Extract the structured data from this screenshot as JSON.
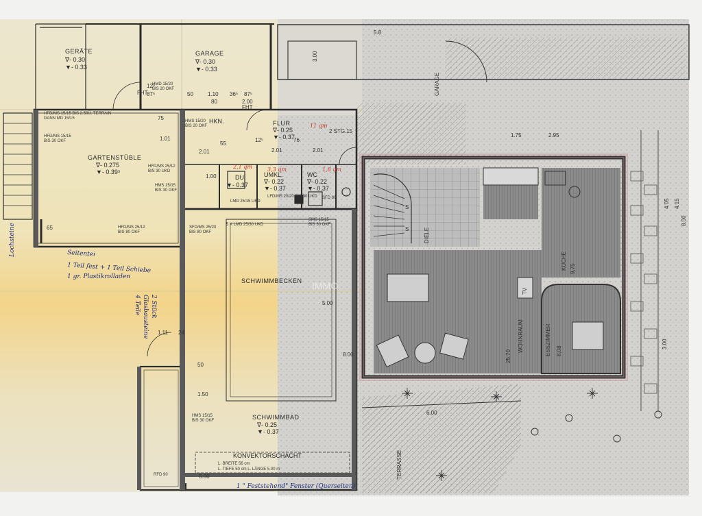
{
  "left_plan": {
    "rooms": {
      "geraete": {
        "name": "GERÄTE",
        "level1": "∇- 0.30",
        "level2": "▼- 0.33"
      },
      "garage": {
        "name": "GARAGE",
        "level1": "∇- 0.30",
        "level2": "▼- 0.33"
      },
      "gartenstueble": {
        "name": "GARTENSTÜBLE",
        "level1": "∇- 0.275",
        "level2": "▼- 0.39⁵"
      },
      "flur": {
        "name": "FLUR",
        "level1": "∇- 0.25",
        "level2": "▼- 0.37"
      },
      "du": {
        "name": "DU.",
        "level1": "▼- 0.37"
      },
      "umkl": {
        "name": "UMKL.",
        "level1": "∇- 0.22",
        "level2": "▼- 0.37"
      },
      "wc": {
        "name": "WC",
        "level1": "∇- 0.22",
        "level2": "▼- 0.37"
      },
      "schwimmbecken": {
        "name": "SCHWIMMBECKEN"
      },
      "schwimmbad": {
        "name": "SCHWIMMBAD",
        "level1": "∇- 0.25",
        "level2": "▼- 0.37"
      },
      "konvektorschacht": {
        "name": "KONVEKTORSCHACHT",
        "line1": "L. BREITE 56 cm",
        "line2": "L. TIEFE  50 cm   L. LÄNGE 5.00 m"
      }
    },
    "dimensions": {
      "d1": "50",
      "d2": "1.10",
      "d3": "36⁵",
      "d4": "87⁵",
      "d5": "80",
      "d6": "2.00",
      "d7": "FHT",
      "d8": "1.01",
      "d9": "2.01",
      "d10": "55",
      "d11": "12⁵",
      "d12": "76",
      "d13": "2.01",
      "d14": "2.01",
      "d15": "1.00",
      "d16": "5.00",
      "d17": "8.00",
      "d18": "1.11",
      "d19": "24",
      "d20": "50",
      "d21": "6.00",
      "d22": "1.50",
      "d23": "65",
      "d24": "FHT",
      "d25": "2 STG.15",
      "d26": "12⁵",
      "d27": "87⁵",
      "d28": "75"
    },
    "notes": {
      "n1": "HFD/MS 15/15 BIS 2.50Ü. TERRAIN",
      "n2": "DANN MD 15/15",
      "n3": "HFD/MS 15/15",
      "n4": "BIS 30 OKF",
      "n5": "HMD 15/20",
      "n6": "BIS 20 OKF",
      "n7": "HFD/MS 25/12",
      "n8": "BIS 30 UKD",
      "n9": "HMS 15/15",
      "n10": "BIS 30 OKF",
      "n11": "HFD/MS 25/12",
      "n12": "BIS 80 OKF",
      "n13": "SFD/MS 25/20",
      "n14": "BIS 80 OKF",
      "n15": "5 X LMD 25/30 UKD",
      "n16": "LMD 25/15 UKD",
      "n17": "LFD/MS 20/20 BIS 30 UKD",
      "n18": "SMS 15/15",
      "n19": "BIS 30 OKF",
      "n20": "HMS 15/15",
      "n21": "BIS 30 OKF",
      "n22": "HMS 15/20",
      "n23": "BIS 20 OKF",
      "n24": "HKN.",
      "n25": "SFD 80",
      "n26": "RFD 90"
    },
    "handwriting": {
      "h1": "Lochsteine",
      "h2": "2 Stück",
      "h3": "Seitentei",
      "h4": "1 Teil fest + 1 Teil Schiebe",
      "h5": "1 gr. Plastikrolladen",
      "h6": "4 Teile",
      "h7": "Glasbausteine",
      "h8": "1 \" Feststehend\" Fenster (Querseiten)",
      "red1": "11 qm",
      "red2": "2,1 qm",
      "red3": "3,3 qm",
      "red4": "1,8 qm"
    }
  },
  "right_plan": {
    "labels": {
      "garage": "GARAGE",
      "diele": "DIELE",
      "kueche": "KÜCHE",
      "wohnraum": "WOHNRAUM",
      "essplatz": "ESSZIMMER",
      "terrasse": "TERRASSE",
      "tv": "TV",
      "s1": "S",
      "s2": "S",
      "dim1": "6.00",
      "dim2": "3.00",
      "dim3": "4.05",
      "dim4": "4.15",
      "dim5": "5.8",
      "dim6": "2.95",
      "dim7": "3.00",
      "dim8": "1.75",
      "dim9": "8.00",
      "area1": "25,70",
      "area2": "9,75",
      "area3": "8,08"
    }
  },
  "watermark": "IMMO",
  "colors": {
    "paper_left": "#efe7c9",
    "paper_yellow": "#f5d98f",
    "paper_right": "#d9d8d4",
    "line": "#2b2b2b",
    "wall_fill": "#5a5a5a",
    "red_ink": "#c0392b",
    "blue_ink": "#1d2a7a",
    "terrace": "#8a8a8a"
  }
}
